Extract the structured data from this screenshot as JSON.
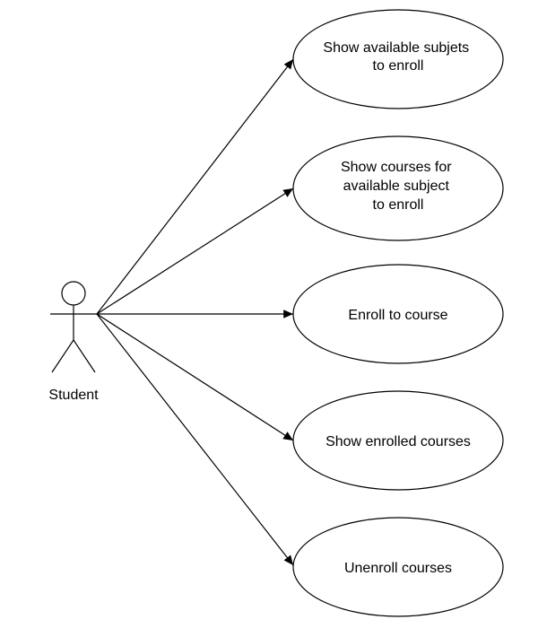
{
  "actor": {
    "label": "Student"
  },
  "use_cases": [
    {
      "lines": [
        "Show available subjets",
        "to enroll"
      ]
    },
    {
      "lines": [
        "Show courses for",
        "available subject",
        "to enroll"
      ]
    },
    {
      "lines": [
        "Enroll to course"
      ]
    },
    {
      "lines": [
        "Show enrolled courses"
      ]
    },
    {
      "lines": [
        "Unenroll courses"
      ]
    }
  ],
  "colors": {
    "stroke": "#000000",
    "background": "#ffffff"
  }
}
